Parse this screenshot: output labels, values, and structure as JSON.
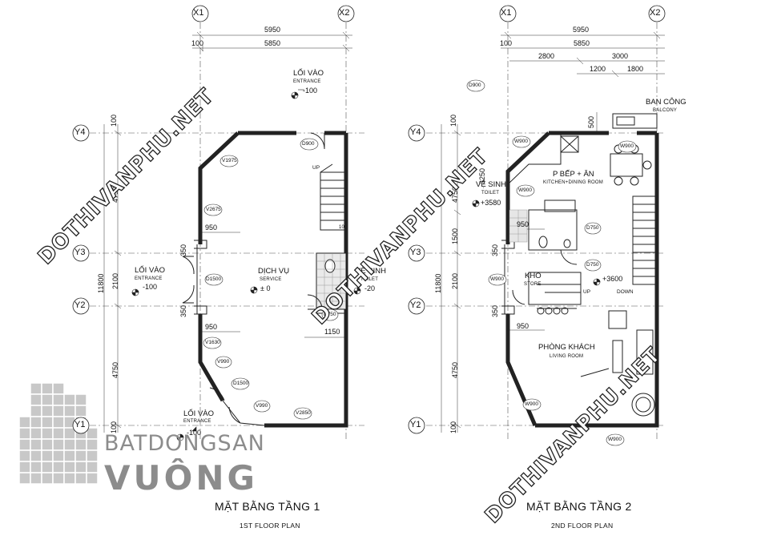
{
  "grid": {
    "x1": "X1",
    "x2": "X2",
    "y1": "Y1",
    "y2": "Y2",
    "y3": "Y3",
    "y4": "Y4"
  },
  "plan1": {
    "title": "MẶT BẰNG TẦNG 1",
    "subtitle": "1ST  FLOOR PLAN",
    "dims_top": [
      "5950",
      "100",
      "5850"
    ],
    "dims_left": [
      "100",
      "4750",
      "11800",
      "350",
      "2100",
      "350",
      "4750",
      "100"
    ],
    "dims_inner": [
      "950",
      "950",
      "1150"
    ],
    "entrance_top": {
      "vn": "LỐI VÀO",
      "en": "ENTRANCE",
      "level": "-100"
    },
    "entrance_left": {
      "vn": "LỐI VÀO",
      "en": "ENTRANCE",
      "level": "-100"
    },
    "entrance_bottom": {
      "vn": "LỐI VÀO",
      "en": "ENTRANCE",
      "level": "-100"
    },
    "service": {
      "vn": "DỊCH VỤ",
      "en": "SERVICE",
      "level": "± 0"
    },
    "toilet": {
      "vn": "VỆ SINH",
      "en": "TOILET",
      "level": "-20"
    },
    "tags": [
      "D900",
      "V1975",
      "V2675",
      "D1500",
      "V1630",
      "V990",
      "D1500",
      "V990",
      "V2850",
      "D750",
      "UP",
      "10"
    ]
  },
  "plan2": {
    "title": "MẶT BẰNG TẦNG 2",
    "subtitle": "2ND  FLOOR PLAN",
    "dims_top": [
      "5950",
      "100",
      "5850",
      "2800",
      "3000",
      "1200",
      "1800"
    ],
    "dims_left": [
      "100",
      "3250",
      "4750",
      "1500",
      "11800",
      "350",
      "2100",
      "350",
      "4750",
      "100",
      "500"
    ],
    "dims_inner": [
      "950",
      "950"
    ],
    "balcony": {
      "vn": "BAN CÔNG",
      "en": "BALCONY"
    },
    "kitchen": {
      "vn": "P BẾP + ĂN",
      "en": "KITCHEN+DINING ROOM"
    },
    "toilet": {
      "vn": "VỆ SINH",
      "en": "TOILET",
      "level": "+3580"
    },
    "store": {
      "vn": "KHO",
      "en": "STORE"
    },
    "level_mid": "+3600",
    "living": {
      "vn": "PHÒNG KHÁCH",
      "en": "LIVING ROOM"
    },
    "tags": [
      "D900",
      "W900",
      "W900",
      "W900",
      "D750",
      "W900",
      "D750",
      "W900",
      "W900",
      "UP",
      "DOWN"
    ]
  },
  "watermark": "DOTHIVANPHU.NET",
  "logo": {
    "line1": "BATDONGSAN",
    "line2": "VUÔNG"
  }
}
